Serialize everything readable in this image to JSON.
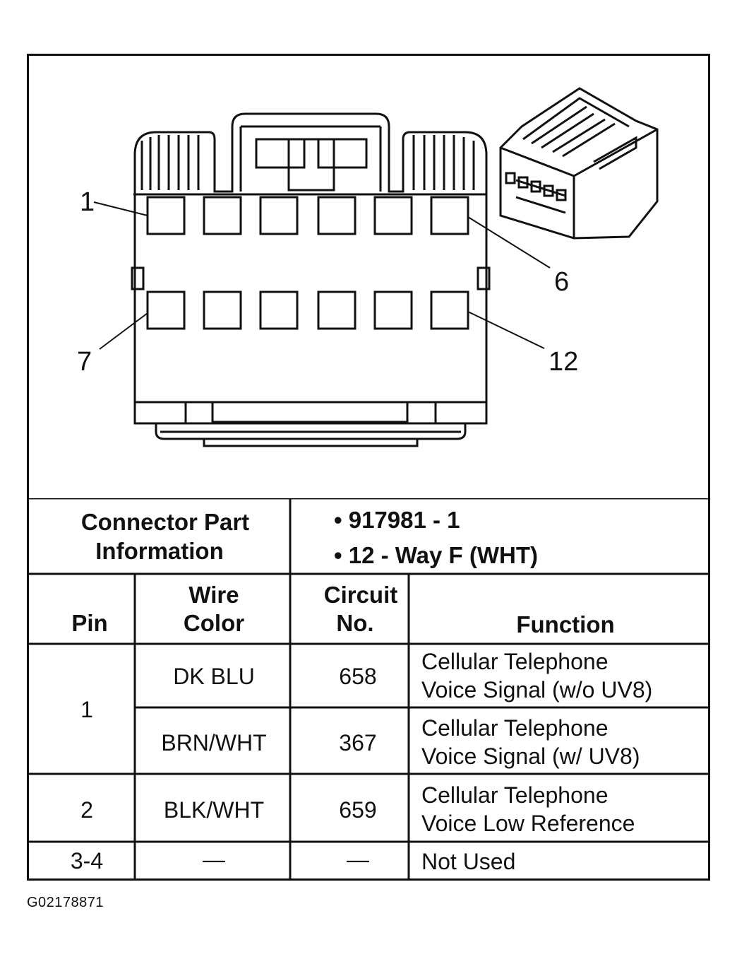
{
  "figure_id": "G02178871",
  "connector": {
    "pin_callouts": [
      "1",
      "6",
      "7",
      "12"
    ]
  },
  "part_info": {
    "label_line1": "Connector Part",
    "label_line2": "Information",
    "bullet_1": "• 917981 - 1",
    "bullet_2": "• 12 - Way F (WHT)"
  },
  "columns": {
    "pin": "Pin",
    "wire_line1": "Wire",
    "wire_line2": "Color",
    "circuit_line1": "Circuit",
    "circuit_line2": "No.",
    "function": "Function"
  },
  "rows": [
    {
      "pin": "1",
      "wire": "DK BLU",
      "circuit": "658",
      "function_line1": "Cellular Telephone",
      "function_line2": "Voice Signal (w/o UV8)"
    },
    {
      "pin": "",
      "wire": "BRN/WHT",
      "circuit": "367",
      "function_line1": "Cellular Telephone",
      "function_line2": "Voice Signal (w/ UV8)"
    },
    {
      "pin": "2",
      "wire": "BLK/WHT",
      "circuit": "659",
      "function_line1": "Cellular Telephone",
      "function_line2": "Voice Low Reference"
    },
    {
      "pin": "3-4",
      "wire": "—",
      "circuit": "—",
      "function_line1": "Not Used",
      "function_line2": ""
    }
  ]
}
